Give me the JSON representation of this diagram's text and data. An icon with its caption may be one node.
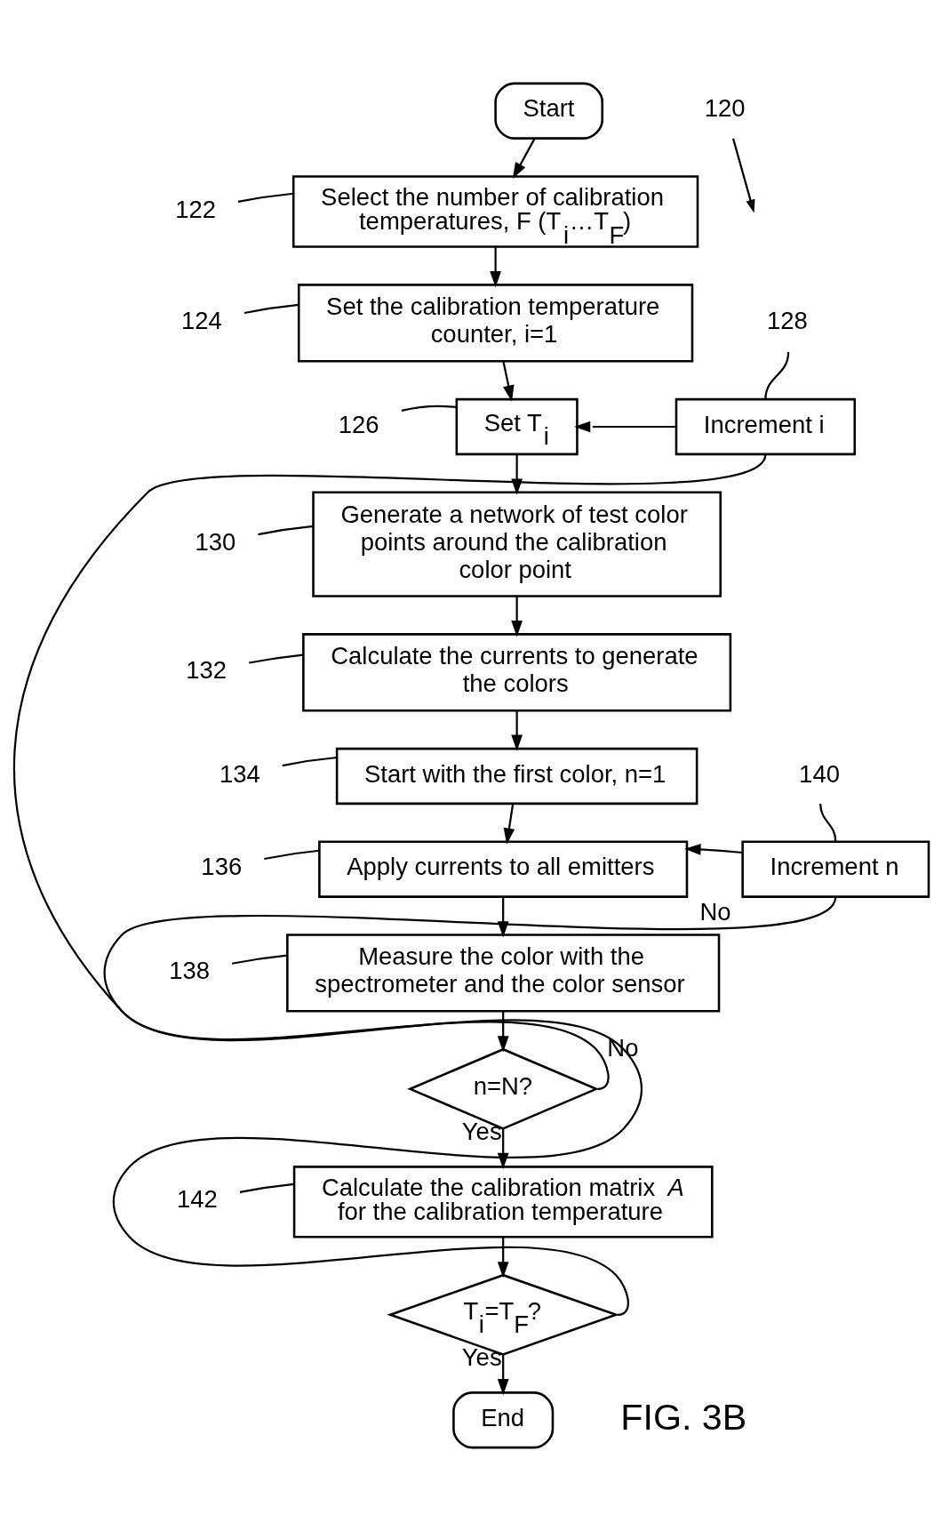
{
  "diagram": {
    "nodes": [
      {
        "text": [
          "Start"
        ]
      },
      {
        "text": [
          "120"
        ]
      },
      {
        "text": [
          "122"
        ]
      },
      {
        "text": [
          "Select the number of calibration temperatures, F (T$_{i}$…T$_{F}$)"
        ]
      },
      {
        "text": [
          "124"
        ]
      },
      {
        "text": [
          "Set the calibration temperature counter, i=1"
        ]
      },
      {
        "text": [
          "128"
        ]
      },
      {
        "text": [
          "Increment i"
        ]
      },
      {
        "text": [
          "126"
        ]
      },
      {
        "text": [
          "Set T$_{i}$"
        ]
      },
      {
        "text": [
          "130"
        ]
      },
      {
        "text": [
          "Generate a network of test color points around the calibration color point"
        ]
      },
      {
        "text": [
          "132"
        ]
      },
      {
        "text": [
          "Calculate the currents to generate the colors"
        ]
      },
      {
        "text": [
          "134"
        ]
      },
      {
        "text": [
          "Start with the first color, n=1"
        ]
      },
      {
        "text": [
          "140"
        ]
      },
      {
        "text": [
          "Increment n"
        ]
      },
      {
        "text": [
          "136"
        ]
      },
      {
        "text": [
          "Apply currents to all emitters"
        ]
      },
      {
        "text": [
          "138"
        ]
      },
      {
        "text": [
          "Measure the color with the spectrometer and the color sensor"
        ]
      },
      {
        "text": [
          "n=N?"
        ]
      },
      {
        "text": [
          "142"
        ]
      },
      {
        "text": [
          "Calculate the calibration matrix *A* for the calibration temperature"
        ]
      },
      {
        "text": [
          "T$_{i}$=T$_{F}$?"
        ]
      },
      {
        "text": [
          "End"
        ]
      }
    ],
    "edges": [
      {
        "from": 0,
        "to": 3,
        "arrow": "to"
      },
      {
        "from": 3,
        "to": 5,
        "arrow": "to"
      },
      {
        "from": 5,
        "to": 9,
        "arrow": "to"
      },
      {
        "from": 7,
        "to": 9,
        "arrow": "to"
      },
      {
        "from": 9,
        "to": 11,
        "arrow": "to"
      },
      {
        "from": 11,
        "to": 13,
        "arrow": "to"
      },
      {
        "from": 13,
        "to": 15,
        "arrow": "to"
      },
      {
        "from": 15,
        "to": 19,
        "arrow": "to"
      },
      {
        "from": 17,
        "to": 19,
        "arrow": "to"
      },
      {
        "from": 19,
        "to": 21,
        "arrow": "to"
      },
      {
        "from": 21,
        "to": 22,
        "arrow": "to"
      },
      {
        "from": 22,
        "to": 17,
        "arrow": "none",
        "label": "No"
      },
      {
        "from": 22,
        "to": 24,
        "arrow": "to",
        "label": "Yes"
      },
      {
        "from": 24,
        "to": 25,
        "arrow": "to"
      },
      {
        "from": 25,
        "to": 7,
        "arrow": "none",
        "label": "No"
      },
      {
        "from": 25,
        "to": 26,
        "arrow": "to",
        "label": "Yes"
      },
      {
        "from": 1,
        "to": null,
        "arrow": "to"
      },
      {
        "from": 2,
        "to": 3,
        "arrow": "none"
      },
      {
        "from": 4,
        "to": 5,
        "arrow": "none"
      },
      {
        "from": 6,
        "to": 7,
        "arrow": "none"
      },
      {
        "from": 8,
        "to": 9,
        "arrow": "none"
      },
      {
        "from": 10,
        "to": 11,
        "arrow": "none"
      },
      {
        "from": 12,
        "to": 13,
        "arrow": "none"
      },
      {
        "from": 14,
        "to": 15,
        "arrow": "none"
      },
      {
        "from": 16,
        "to": 17,
        "arrow": "none"
      },
      {
        "from": 18,
        "to": 19,
        "arrow": "none"
      },
      {
        "from": 20,
        "to": 21,
        "arrow": "none"
      },
      {
        "from": 23,
        "to": 24,
        "arrow": "none"
      }
    ],
    "labels": [
      "FIG. 3B"
    ]
  }
}
